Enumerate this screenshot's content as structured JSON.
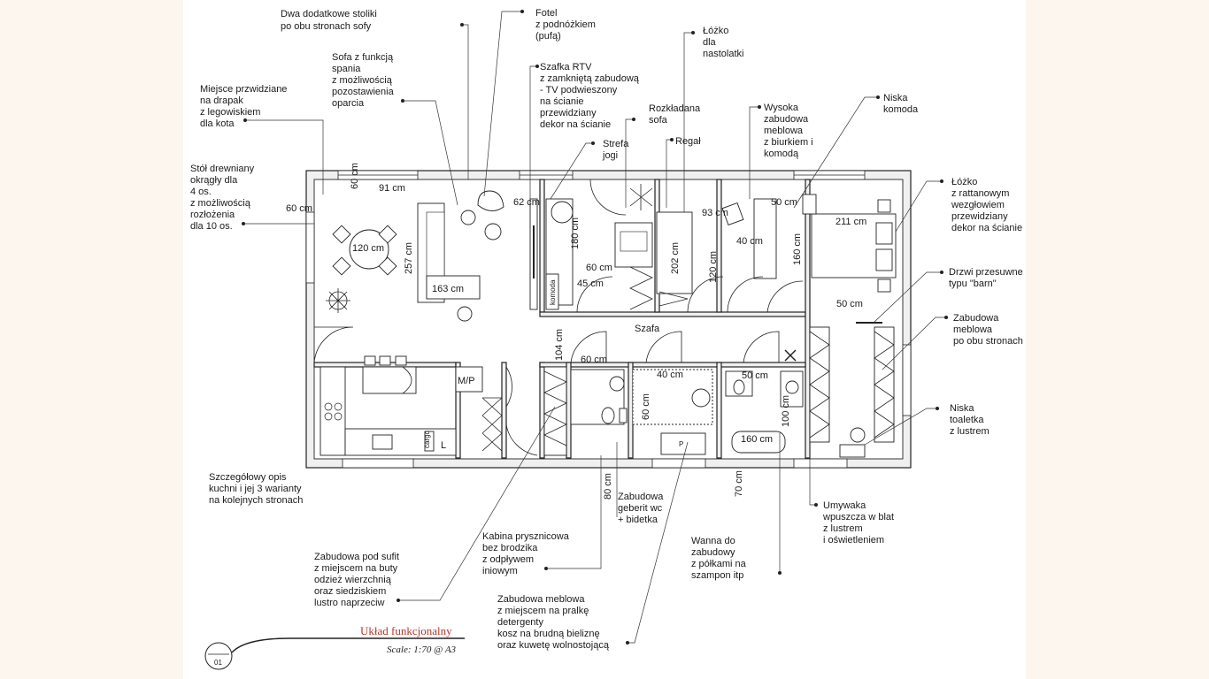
{
  "labels": {
    "stoliki": [
      "Dwa dodatkowe stoliki",
      "po obu stronach sofy"
    ],
    "fotel": [
      "Fotel",
      "z podnóżkiem",
      "(pufą)"
    ],
    "lozko_nastolatki": [
      "Łóżko",
      "dla",
      "nastolatki"
    ],
    "sofa_spania": [
      "Sofa z funkcją",
      "spania",
      "z możliwością",
      "pozostawienia",
      " oparcia"
    ],
    "szafka_rtv": [
      "Szafka RTV",
      "  z zamkniętą zabudową",
      " - TV podwieszony",
      " na ścianie",
      " przewidziany",
      " dekor na ścianie"
    ],
    "niska_komoda": [
      "Niska",
      "komoda"
    ],
    "drapak": [
      "Miejsce przwidziane",
      "na drapak",
      "z legowiskiem",
      "dla kota"
    ],
    "rozkladana_sofa": [
      "Rozkładana",
      "sofa"
    ],
    "wysoka_zabudowa": [
      "Wysoka",
      "zabudowa",
      "meblowa",
      "z biurkiem i",
      "komodą"
    ],
    "strefa_jogi": [
      "Strefa",
      "jogi"
    ],
    "regal": [
      "Regał"
    ],
    "stol": [
      "Stół drewniany",
      "okrągły dla",
      "4 os.",
      "z możliwością",
      "rozłożenia",
      "dla 10 os."
    ],
    "lozko_rattan": [
      "Łóżko",
      "z rattanowym",
      "wezgłowiem",
      "przewidziany",
      "dekor na ścianie"
    ],
    "drzwi_barn": [
      "Drzwi przesuwne",
      "typu \"barn\""
    ],
    "zabudowa_obu": [
      "Zabudowa",
      "meblowa",
      "po obu stronach"
    ],
    "niska_toaletka": [
      "Niska",
      "toaletka",
      "z lustrem"
    ],
    "kuchnia": [
      "Szczegółowy opis",
      "kuchni i jej 3 warianty",
      " na kolejnych stronach"
    ],
    "geberit": [
      "Zabudowa",
      "geberit wc",
      "+ bidetka"
    ],
    "umywalka": [
      "Umywaka",
      "wpuszcza w blat",
      "z lustrem",
      "i oświetleniem"
    ],
    "kabina": [
      "Kabina prysznicowa",
      "bez brodzika",
      "z odpływem",
      "iniowym"
    ],
    "wanna": [
      "Wanna do",
      "zabudowy",
      "z półkami na",
      "szampon itp"
    ],
    "zabudowa_sufit": [
      "Zabudowa pod sufit",
      "z miejscem na buty",
      "odzież wierzchnią",
      "oraz siedziskiem",
      "lustro naprzeciw"
    ],
    "pralka": [
      "Zabudowa meblowa",
      "z miejscem na pralkę",
      "detergenty",
      "kosz na brudną bieliznę",
      "oraz kuwetę wolnostojącą"
    ]
  },
  "dims": {
    "d60_top": "60 cm",
    "d91": "91 cm",
    "d60_left": "60 cm",
    "d120": "120 cm",
    "d257": "257 cm",
    "d163": "163 cm",
    "d62": "62 cm",
    "d180": "180 cm",
    "d60_mid": "60 cm",
    "d45": "45 cm",
    "d202": "202 cm",
    "d93": "93 cm",
    "d120_v": "120 cm",
    "d40": "40 cm",
    "d50_bed": "50 cm",
    "d211": "211 cm",
    "d160_bed": "160 cm",
    "d50_barn": "50 cm",
    "d104": "104 cm",
    "d60_hall": "60 cm",
    "d40_bath": "40 cm",
    "d60_v": "60 cm",
    "d50_bath": "50 cm",
    "d100": "100 cm",
    "d160_tub": "160 cm",
    "d80": "80 cm",
    "d70": "70 cm"
  },
  "room_labels": {
    "szafa": "Szafa",
    "komoda": "komoda",
    "mp": "M/P",
    "cargo": "cargo",
    "l": "L",
    "p": "P"
  },
  "title": {
    "text": "Układ funkcjonalny",
    "scale": "Scale:  1:70 @ A3",
    "sheet_number": "01"
  }
}
